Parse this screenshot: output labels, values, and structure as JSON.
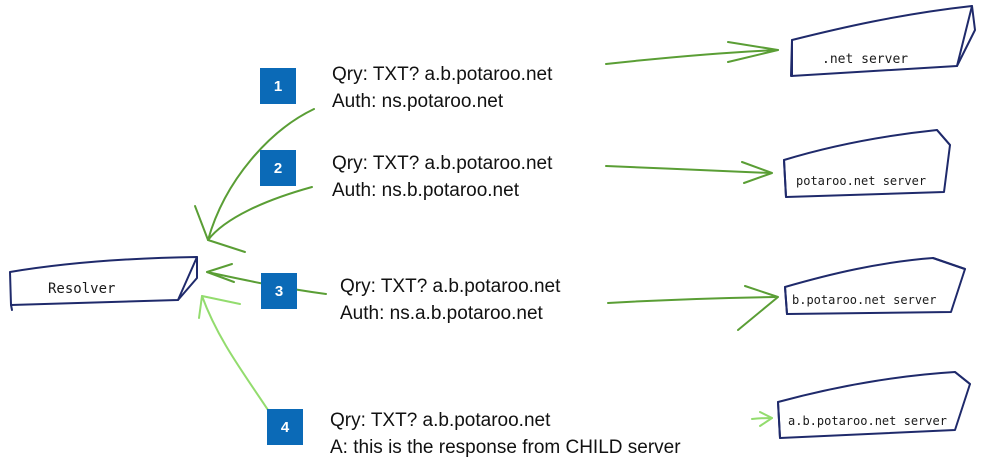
{
  "resolver": {
    "label": "Resolver"
  },
  "servers": [
    {
      "label": ".net server"
    },
    {
      "label": "potaroo.net server"
    },
    {
      "label": "b.potaroo.net server"
    },
    {
      "label": "a.b.potaroo.net server"
    }
  ],
  "steps": [
    {
      "number": "1",
      "query": "Qry: TXT?  a.b.potaroo.net",
      "answer": "Auth:  ns.potaroo.net"
    },
    {
      "number": "2",
      "query": "Qry: TXT?  a.b.potaroo.net",
      "answer": "Auth:  ns.b.potaroo.net"
    },
    {
      "number": "3",
      "query": "Qry: TXT?  a.b.potaroo.net",
      "answer": "Auth:  ns.a.b.potaroo.net"
    },
    {
      "number": "4",
      "query": "Qry: TXT?  a.b.potaroo.net",
      "answer": "A:  this is the response from CHILD server"
    }
  ],
  "colors": {
    "step_box": "#0b6ab7",
    "arrow_dark": "#5a9e35",
    "arrow_light": "#93dc6e",
    "box_outline": "#1f2a6b"
  }
}
